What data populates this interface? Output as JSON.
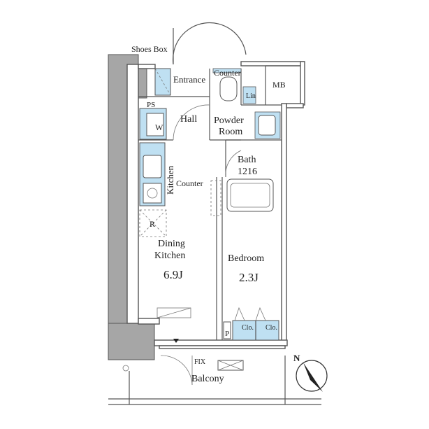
{
  "labels": {
    "shoes_box": "Shoes Box",
    "entrance": "Entrance",
    "counter_top": "Counter",
    "lin": "Lin",
    "mb": "MB",
    "ps": "PS",
    "hall": "Hall",
    "powder_room_1": "Powder",
    "powder_room_2": "Room",
    "w": "W",
    "bath": "Bath",
    "bath_size": "1216",
    "kitchen": "Kitchen",
    "counter_mid": "Counter",
    "r": "R",
    "dining_1": "Dining",
    "dining_2": "Kitchen",
    "dining_size": "6.9J",
    "bedroom": "Bedroom",
    "bedroom_size": "2.3J",
    "clo_1": "Clo.",
    "clo_2": "Clo.",
    "p": "P",
    "fix": "FIX",
    "balcony": "Balcony",
    "north": "N"
  },
  "colors": {
    "accent_blue": "#bfe0f2",
    "structure_gray": "#a6a6a6",
    "wall_line": "#555555"
  }
}
